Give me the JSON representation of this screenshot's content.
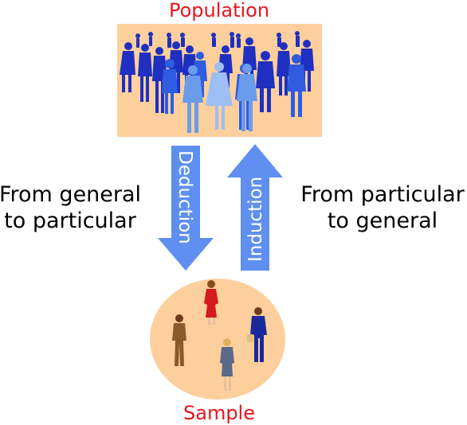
{
  "population": {
    "label": "Population",
    "fill_color": "#fccf9d"
  },
  "sample": {
    "label": "Sample",
    "fill_color": "#fccf9d"
  },
  "deduction": {
    "label": "Deduction",
    "arrow_color": "#5f8ff0"
  },
  "induction": {
    "label": "Induction",
    "arrow_color": "#5f8ff0"
  },
  "left_caption": {
    "line1": "From general",
    "line2": "to particular"
  },
  "right_caption": {
    "line1": "From particular",
    "line2": "to general"
  },
  "colors": {
    "label_red": "#e8141c",
    "crowd_dark": "#1f2fc0",
    "crowd_mid": "#2f5ce0",
    "crowd_light": "#6b9cec"
  }
}
